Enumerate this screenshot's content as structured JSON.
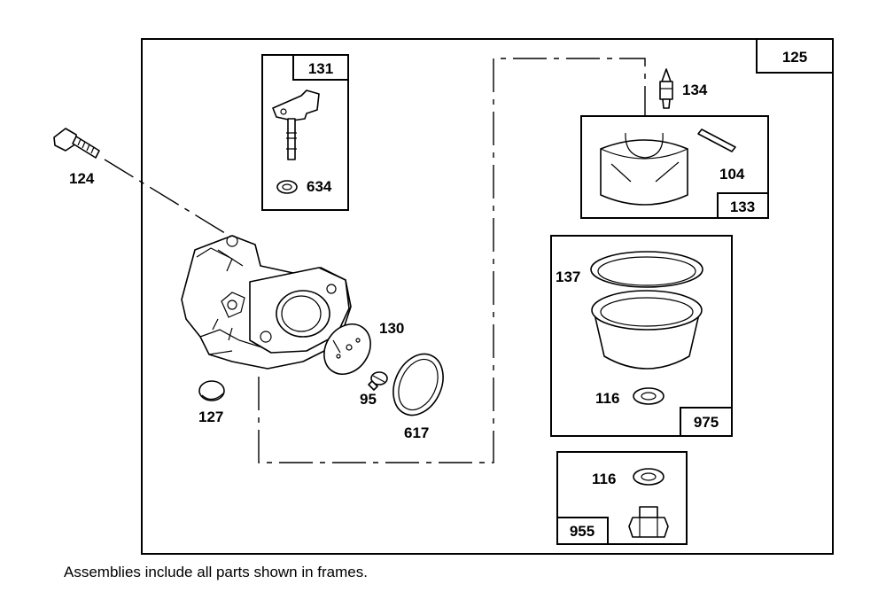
{
  "parts": {
    "outer_assembly": "125",
    "bolt": "124",
    "choke_assembly": "131",
    "choke_seal": "634",
    "needle_valve": "134",
    "float_assembly": "133",
    "hinge_pin": "104",
    "bowl_assembly": "975",
    "bowl_gasket": "137",
    "bowl_washer": "116",
    "plug_assembly": "955",
    "plug_washer": "116",
    "plate": "130",
    "screw": "95",
    "gasket": "617",
    "welch_plug": "127"
  },
  "footnote": "Assemblies include all parts shown in frames."
}
